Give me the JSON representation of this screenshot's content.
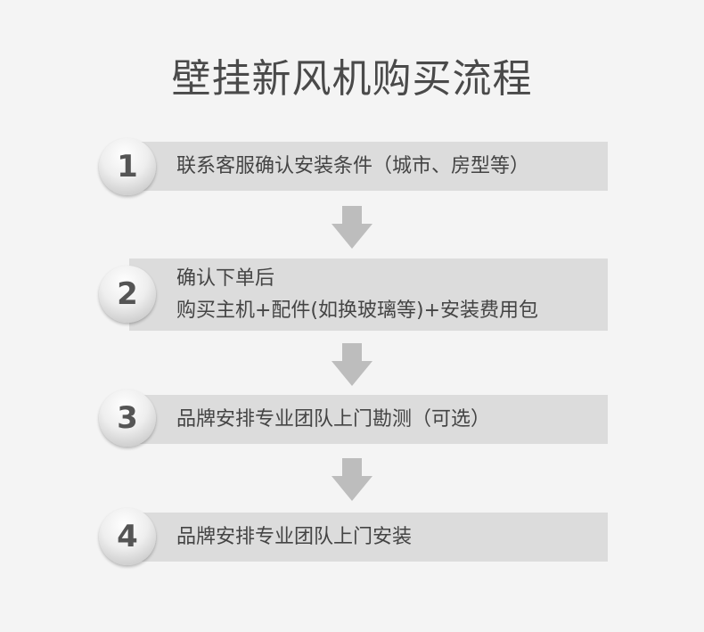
{
  "title": "壁挂新风机购买流程",
  "steps": [
    {
      "number": "1",
      "lines": [
        "联系客服确认安装条件（城市、房型等）"
      ]
    },
    {
      "number": "2",
      "lines": [
        "确认下单后",
        "购买主机+配件(如换玻璃等)+安装费用包"
      ]
    },
    {
      "number": "3",
      "lines": [
        "品牌安排专业团队上门勘测（可选）"
      ]
    },
    {
      "number": "4",
      "lines": [
        "品牌安排专业团队上门安装"
      ]
    }
  ],
  "colors": {
    "bar": "#dcdcdc",
    "arrow": "#bdbdbd",
    "background": "#f4f4f4"
  }
}
